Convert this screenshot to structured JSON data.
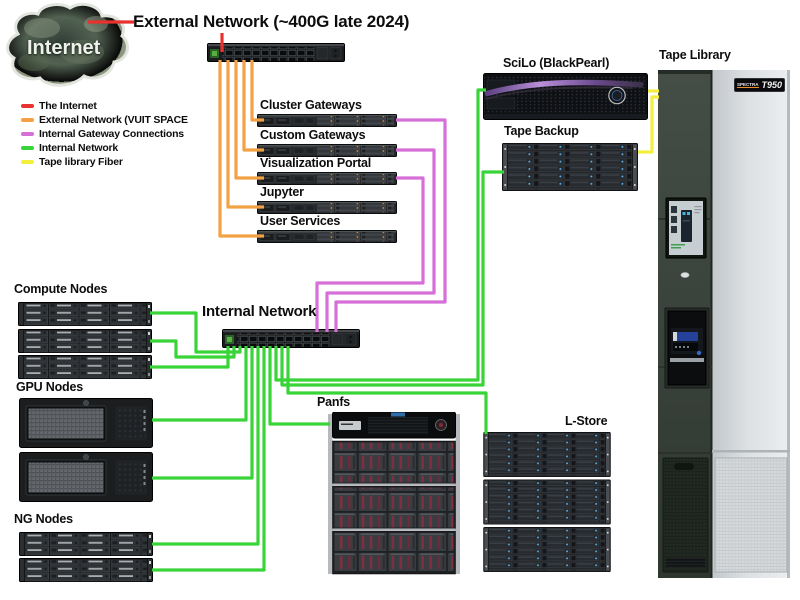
{
  "colors": {
    "internet": "#e8322f",
    "external": "#f2a144",
    "gateway": "#d66fd8",
    "internal": "#38d438",
    "tape_fiber": "#f2ef3e",
    "text": "#0d0d0d"
  },
  "header": {
    "title": "External Network (~400G late 2024)"
  },
  "cloud": {
    "label": "Internet"
  },
  "legend": {
    "items": [
      {
        "label": "The Internet"
      },
      {
        "label": "External Network (VUIT SPACE"
      },
      {
        "label": "Internal Gateway Connections"
      },
      {
        "label": "Internal Network"
      },
      {
        "label": "Tape library Fiber"
      }
    ]
  },
  "nodes": {
    "cluster_gateways": {
      "label": "Cluster Gateways"
    },
    "custom_gateways": {
      "label": "Custom Gateways"
    },
    "visualization_portal": {
      "label": "Visualization Portal"
    },
    "jupyter": {
      "label": "Jupyter"
    },
    "user_services": {
      "label": "User Services"
    },
    "internal_network": {
      "label": "Internal Network"
    },
    "compute_nodes": {
      "label": "Compute Nodes"
    },
    "gpu_nodes": {
      "label": "GPU Nodes"
    },
    "ng_nodes": {
      "label": "NG Nodes"
    },
    "panfs": {
      "label": "Panfs"
    },
    "lstore": {
      "label": "L-Store"
    },
    "scilo": {
      "label": "SciLo (BlackPearl)"
    },
    "tape_backup": {
      "label": "Tape Backup"
    },
    "tape_library": {
      "label": "Tape Library",
      "brand": "SPECTRA",
      "model": "T950"
    }
  }
}
